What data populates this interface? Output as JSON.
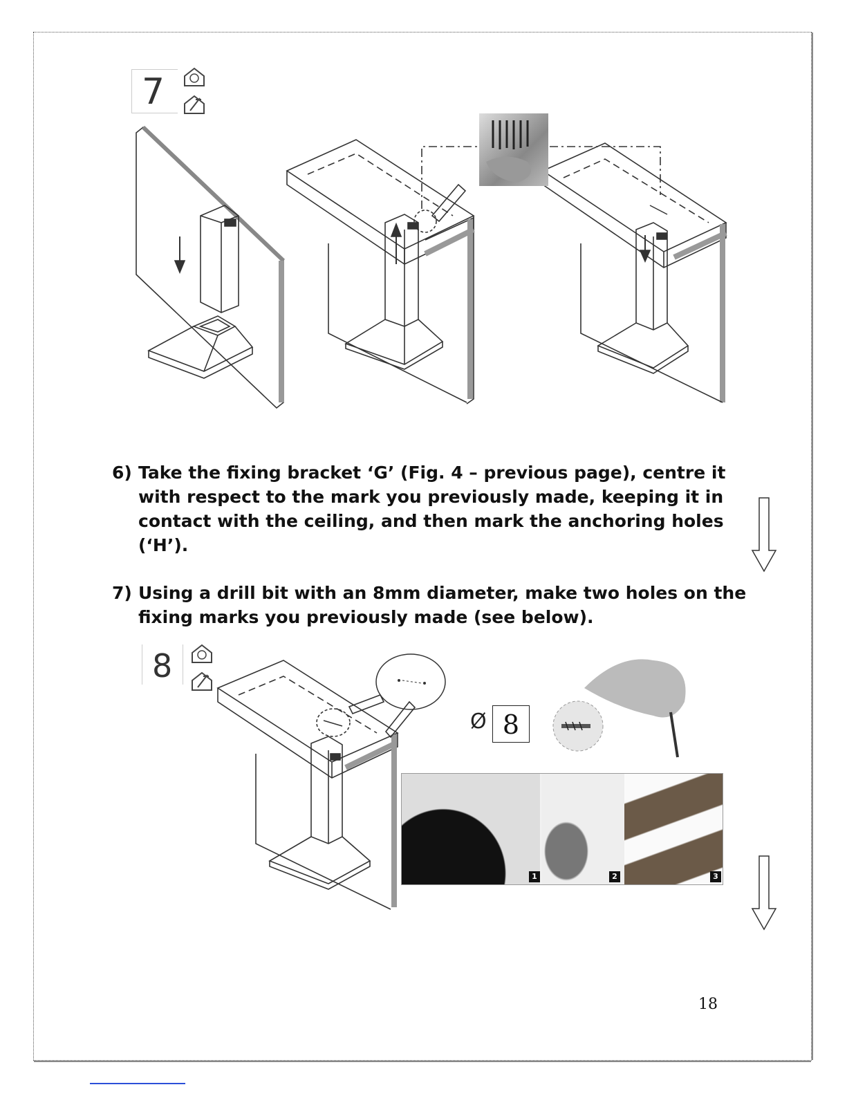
{
  "figures": {
    "fig7": {
      "step": "7"
    },
    "fig8": {
      "step": "8",
      "diameter_symbol": "Ø",
      "diameter_value": "8",
      "photo_tags": [
        "1",
        "2",
        "3"
      ]
    }
  },
  "instructions": [
    {
      "num": "6)",
      "text": "Take the fixing bracket ‘G’ (Fig. 4 – previous page), centre it with respect to the mark you previously made, keeping it in contact with the ceiling, and then mark the anchoring holes (‘H’)."
    },
    {
      "num": "7)",
      "text": "Using a drill bit with an 8mm diameter, make two holes on the fixing marks you previously made (see below)."
    }
  ],
  "page_number": "18",
  "icons": [
    "house-ceiling-icon",
    "house-wall-icon",
    "down-arrow-icon"
  ]
}
